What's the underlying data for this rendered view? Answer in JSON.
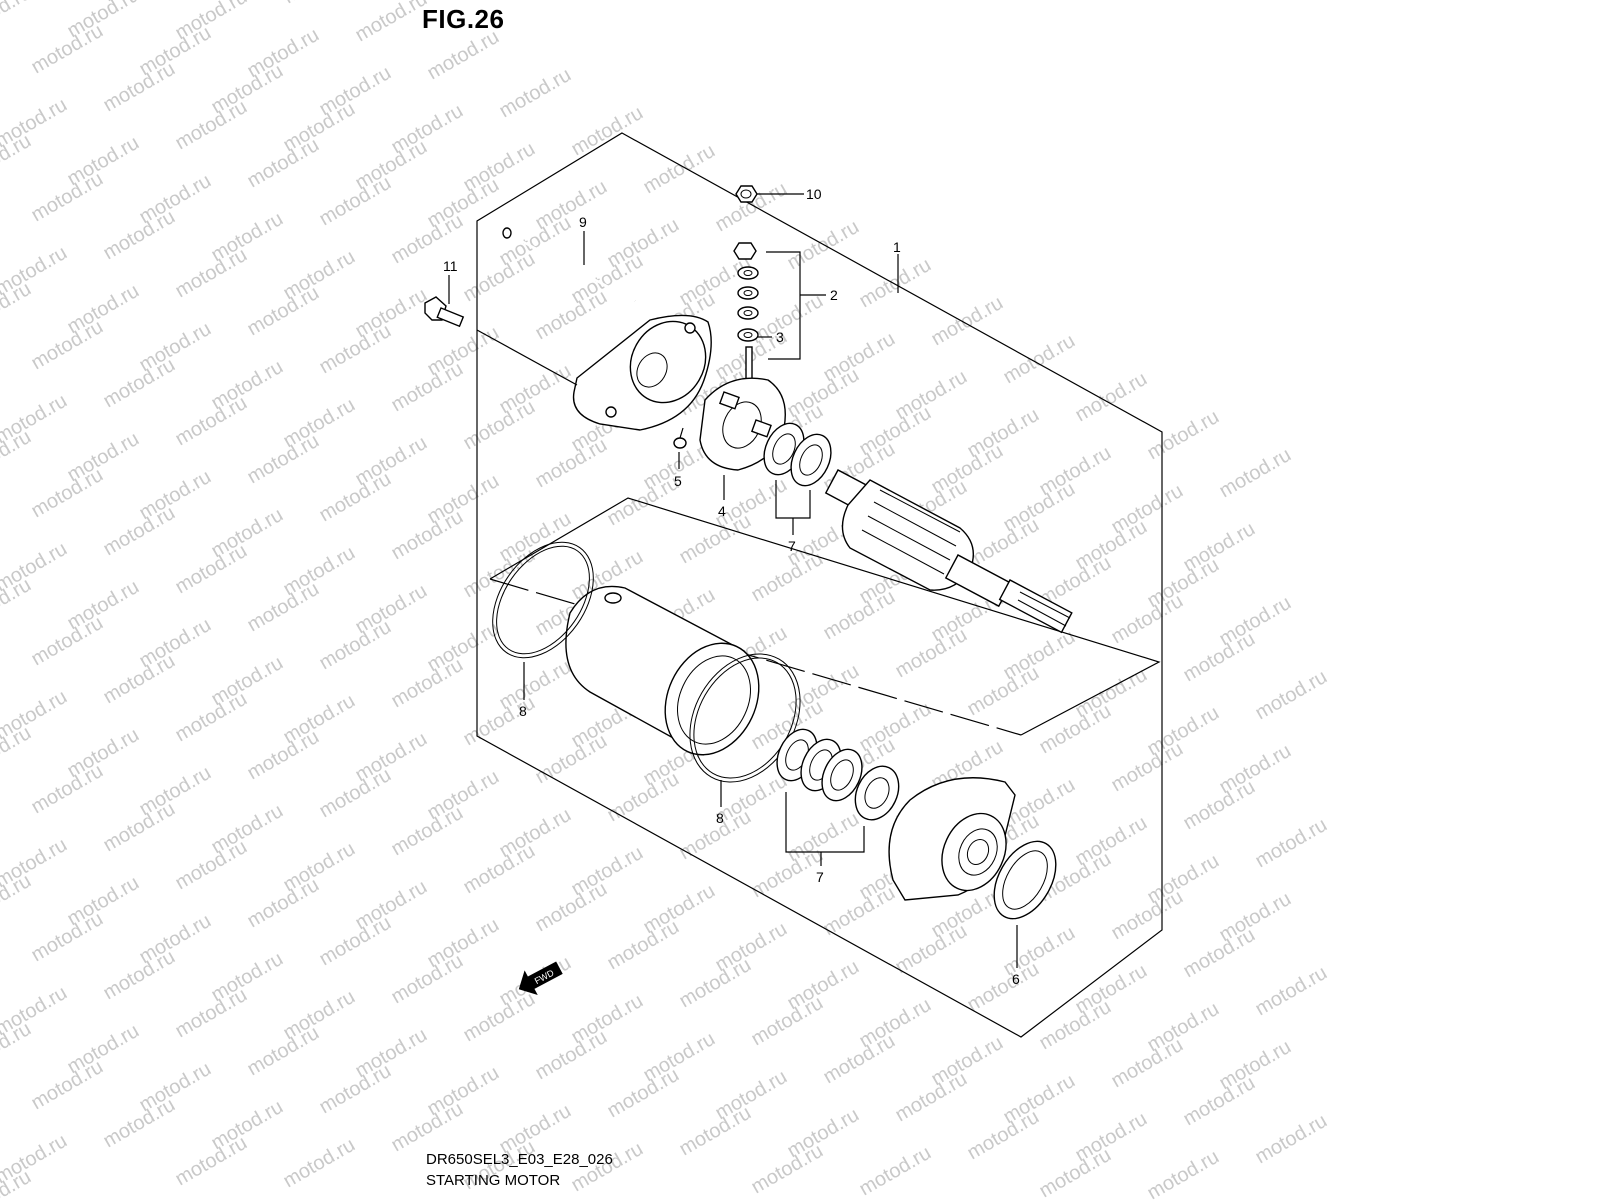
{
  "figure": {
    "title": "FIG.26",
    "code": "DR650SEL3_E03_E28_026",
    "caption": "STARTING MOTOR"
  },
  "watermark": "motod.ru",
  "fwd_badge": "FWD",
  "callouts": {
    "c1": "1",
    "c2": "2",
    "c3": "3",
    "c4": "4",
    "c5": "5",
    "c6": "6",
    "c7a": "7",
    "c7b": "7",
    "c8a": "8",
    "c8b": "8",
    "c9": "9",
    "c10": "10",
    "c11": "11"
  }
}
